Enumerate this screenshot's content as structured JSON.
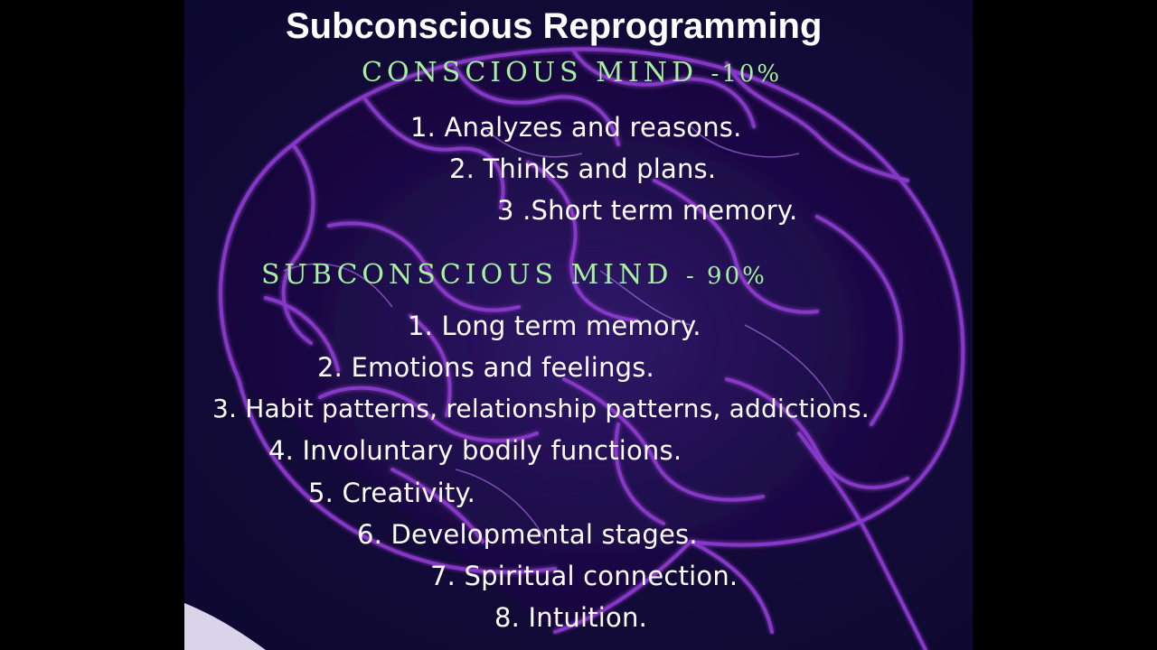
{
  "title": "Subconscious Reprogramming",
  "conscious": {
    "heading": "CONSCIOUS MIND",
    "percent": "-10%",
    "items": [
      "1. Analyzes and reasons.",
      "2. Thinks and plans.",
      "3 .Short term memory."
    ]
  },
  "subconscious": {
    "heading": "SUBCONSCIOUS MIND",
    "percent": "- 90%",
    "items": [
      "1. Long term memory.",
      "2. Emotions and feelings.",
      "3. Habit patterns, relationship patterns, addictions.",
      "4. Involuntary bodily functions.",
      "5. Creativity.",
      "6. Developmental stages.",
      "7. Spiritual connection.",
      "8. Intuition."
    ]
  },
  "colors": {
    "background": "#000000",
    "poster_background": "#140b3a",
    "brain_lines": "#9b3fe0",
    "heading": "#a6f0a0",
    "text": "#ffffff"
  }
}
